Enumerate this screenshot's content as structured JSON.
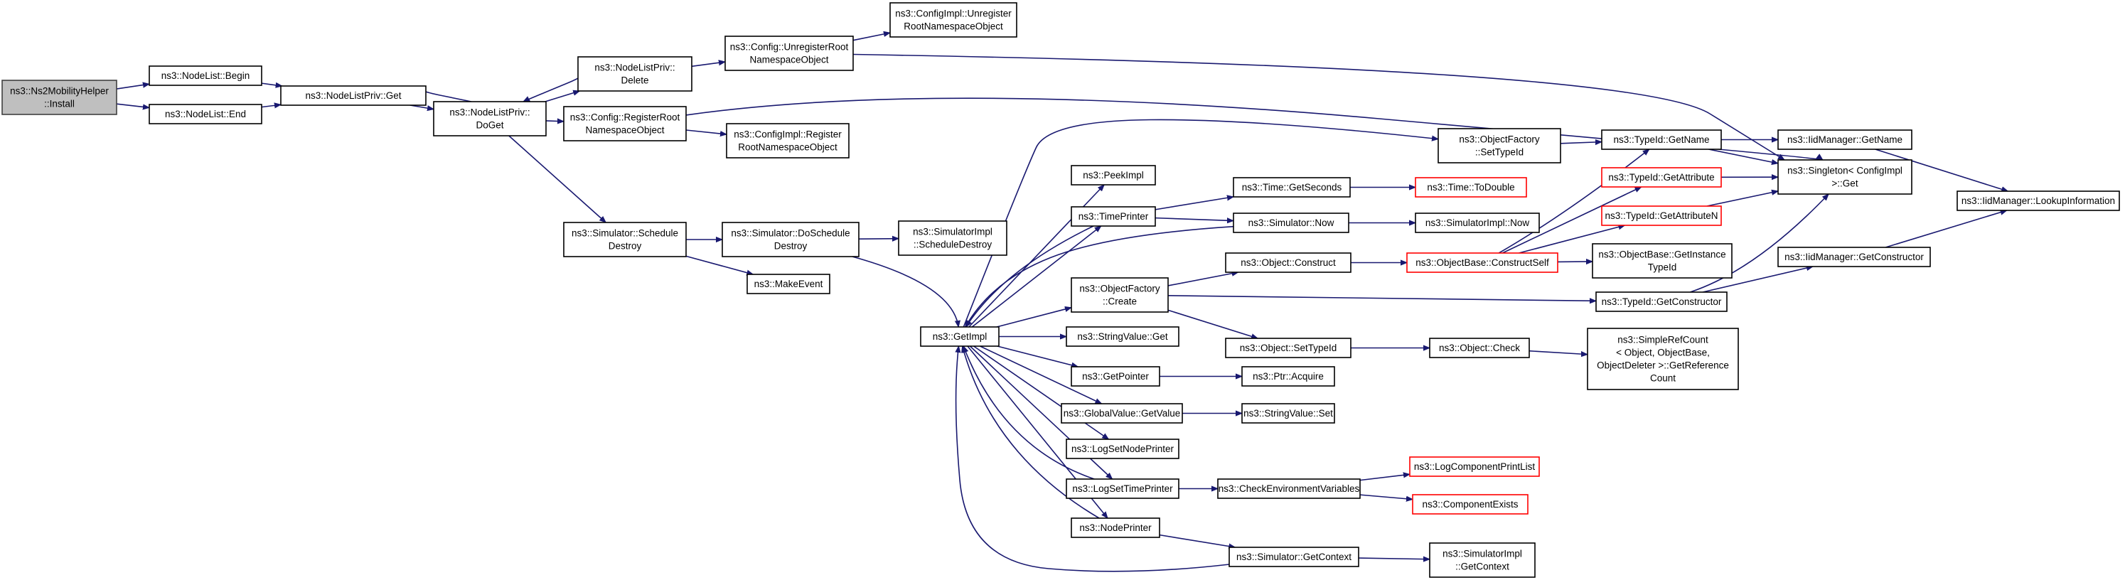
{
  "nodes": [
    {
      "id": "n0",
      "lines": [
        "ns3::Ns2MobilityHelper",
        "::Install"
      ],
      "style": "root"
    },
    {
      "id": "n1",
      "lines": [
        "ns3::NodeList::Begin"
      ]
    },
    {
      "id": "n2",
      "lines": [
        "ns3::NodeList::End"
      ]
    },
    {
      "id": "n3",
      "lines": [
        "ns3::NodeListPriv::Get"
      ]
    },
    {
      "id": "n4",
      "lines": [
        "ns3::NodeListPriv::",
        "DoGet"
      ]
    },
    {
      "id": "n5",
      "lines": [
        "ns3::NodeListPriv::",
        "Delete"
      ]
    },
    {
      "id": "n6",
      "lines": [
        "ns3::Config::UnregisterRoot",
        "NamespaceObject"
      ]
    },
    {
      "id": "n7",
      "lines": [
        "ns3::ConfigImpl::Unregister",
        "RootNamespaceObject"
      ]
    },
    {
      "id": "n8",
      "lines": [
        "ns3::Config::RegisterRoot",
        "NamespaceObject"
      ]
    },
    {
      "id": "n9",
      "lines": [
        "ns3::ConfigImpl::Register",
        "RootNamespaceObject"
      ]
    },
    {
      "id": "n10",
      "lines": [
        "ns3::Simulator::Schedule",
        "Destroy"
      ]
    },
    {
      "id": "n11",
      "lines": [
        "ns3::Simulator::DoSchedule",
        "Destroy"
      ]
    },
    {
      "id": "n12",
      "lines": [
        "ns3::SimulatorImpl",
        "::ScheduleDestroy"
      ]
    },
    {
      "id": "n13",
      "lines": [
        "ns3::MakeEvent"
      ]
    },
    {
      "id": "n14",
      "lines": [
        "ns3::GetImpl"
      ]
    },
    {
      "id": "n15",
      "lines": [
        "ns3::PeekImpl"
      ]
    },
    {
      "id": "n16",
      "lines": [
        "ns3::TimePrinter"
      ]
    },
    {
      "id": "n17",
      "lines": [
        "ns3::ObjectFactory",
        "::Create"
      ]
    },
    {
      "id": "n18",
      "lines": [
        "ns3::StringValue::Get"
      ]
    },
    {
      "id": "n19",
      "lines": [
        "ns3::GetPointer"
      ]
    },
    {
      "id": "n20",
      "lines": [
        "ns3::GlobalValue::GetValue"
      ]
    },
    {
      "id": "n21",
      "lines": [
        "ns3::LogSetNodePrinter"
      ]
    },
    {
      "id": "n22",
      "lines": [
        "ns3::LogSetTimePrinter"
      ]
    },
    {
      "id": "n23",
      "lines": [
        "ns3::NodePrinter"
      ]
    },
    {
      "id": "n24",
      "lines": [
        "ns3::ObjectFactory",
        "::SetTypeId"
      ]
    },
    {
      "id": "n25",
      "lines": [
        "ns3::Time::GetSeconds"
      ]
    },
    {
      "id": "n26",
      "lines": [
        "ns3::Simulator::Now"
      ]
    },
    {
      "id": "n27",
      "lines": [
        "ns3::Object::Construct"
      ]
    },
    {
      "id": "n28",
      "lines": [
        "ns3::Object::SetTypeId"
      ]
    },
    {
      "id": "n29",
      "lines": [
        "ns3::Ptr::Acquire"
      ]
    },
    {
      "id": "n30",
      "lines": [
        "ns3::StringValue::Set"
      ]
    },
    {
      "id": "n31",
      "lines": [
        "ns3::CheckEnvironmentVariables"
      ]
    },
    {
      "id": "n32",
      "lines": [
        "ns3::Simulator::GetContext"
      ]
    },
    {
      "id": "n33",
      "lines": [
        "ns3::Time::ToDouble"
      ],
      "style": "red"
    },
    {
      "id": "n34",
      "lines": [
        "ns3::SimulatorImpl::Now"
      ]
    },
    {
      "id": "n35",
      "lines": [
        "ns3::ObjectBase::ConstructSelf"
      ],
      "style": "red"
    },
    {
      "id": "n36",
      "lines": [
        "ns3::Object::Check"
      ]
    },
    {
      "id": "n37",
      "lines": [
        "ns3::LogComponentPrintList"
      ],
      "style": "red"
    },
    {
      "id": "n38",
      "lines": [
        "ns3::ComponentExists"
      ],
      "style": "red"
    },
    {
      "id": "n39",
      "lines": [
        "ns3::SimulatorImpl",
        "::GetContext"
      ]
    },
    {
      "id": "n40",
      "lines": [
        "ns3::TypeId::GetName"
      ]
    },
    {
      "id": "n41",
      "lines": [
        "ns3::TypeId::GetAttribute"
      ],
      "style": "red"
    },
    {
      "id": "n42",
      "lines": [
        "ns3::TypeId::GetAttributeN"
      ],
      "style": "red"
    },
    {
      "id": "n43",
      "lines": [
        "ns3::ObjectBase::GetInstance",
        "TypeId"
      ]
    },
    {
      "id": "n44",
      "lines": [
        "ns3::TypeId::GetConstructor"
      ]
    },
    {
      "id": "n45",
      "lines": [
        "ns3::SimpleRefCount",
        "< Object, ObjectBase,",
        "ObjectDeleter >::GetReference",
        "Count"
      ]
    },
    {
      "id": "n46",
      "lines": [
        "ns3::IidManager::GetName"
      ]
    },
    {
      "id": "n47",
      "lines": [
        "ns3::Singleton< ConfigImpl",
        " >::Get"
      ]
    },
    {
      "id": "n48",
      "lines": [
        "ns3::IidManager::GetConstructor"
      ]
    },
    {
      "id": "n49",
      "lines": [
        "ns3::IidManager::LookupInformation"
      ]
    }
  ],
  "edges": [
    [
      "n0",
      "n1"
    ],
    [
      "n0",
      "n2"
    ],
    [
      "n1",
      "n3"
    ],
    [
      "n2",
      "n3"
    ],
    [
      "n3",
      "n4"
    ],
    [
      "n4",
      "n3"
    ],
    [
      "n4",
      "n5"
    ],
    [
      "n5",
      "n4"
    ],
    [
      "n4",
      "n8"
    ],
    [
      "n4",
      "n10"
    ],
    [
      "n5",
      "n6"
    ],
    [
      "n6",
      "n7"
    ],
    [
      "n6",
      "n47"
    ],
    [
      "n8",
      "n9"
    ],
    [
      "n8",
      "n47"
    ],
    [
      "n10",
      "n11"
    ],
    [
      "n10",
      "n13"
    ],
    [
      "n11",
      "n12"
    ],
    [
      "n11",
      "n14"
    ],
    [
      "n14",
      "n15"
    ],
    [
      "n14",
      "n16"
    ],
    [
      "n14",
      "n17"
    ],
    [
      "n14",
      "n18"
    ],
    [
      "n14",
      "n19"
    ],
    [
      "n14",
      "n20"
    ],
    [
      "n14",
      "n21"
    ],
    [
      "n14",
      "n22"
    ],
    [
      "n14",
      "n23"
    ],
    [
      "n14",
      "n24"
    ],
    [
      "n16",
      "n14"
    ],
    [
      "n16",
      "n25"
    ],
    [
      "n16",
      "n26"
    ],
    [
      "n26",
      "n14"
    ],
    [
      "n26",
      "n34"
    ],
    [
      "n17",
      "n27"
    ],
    [
      "n17",
      "n28"
    ],
    [
      "n17",
      "n44"
    ],
    [
      "n19",
      "n29"
    ],
    [
      "n20",
      "n30"
    ],
    [
      "n22",
      "n14"
    ],
    [
      "n22",
      "n31"
    ],
    [
      "n23",
      "n14"
    ],
    [
      "n23",
      "n32"
    ],
    [
      "n32",
      "n14"
    ],
    [
      "n32",
      "n39"
    ],
    [
      "n24",
      "n40"
    ],
    [
      "n25",
      "n33"
    ],
    [
      "n27",
      "n35"
    ],
    [
      "n28",
      "n36"
    ],
    [
      "n31",
      "n37"
    ],
    [
      "n31",
      "n38"
    ],
    [
      "n35",
      "n40"
    ],
    [
      "n35",
      "n41"
    ],
    [
      "n35",
      "n42"
    ],
    [
      "n35",
      "n43"
    ],
    [
      "n36",
      "n45"
    ],
    [
      "n40",
      "n46"
    ],
    [
      "n40",
      "n47"
    ],
    [
      "n41",
      "n47"
    ],
    [
      "n42",
      "n47"
    ],
    [
      "n44",
      "n47"
    ],
    [
      "n44",
      "n48"
    ],
    [
      "n46",
      "n49"
    ],
    [
      "n48",
      "n49"
    ]
  ]
}
